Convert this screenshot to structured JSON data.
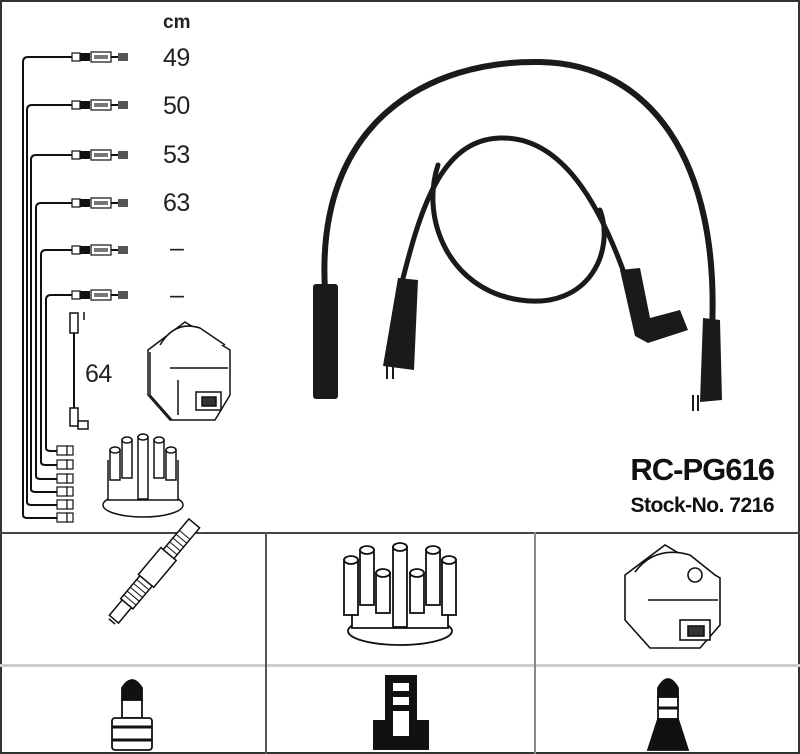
{
  "unit_label": "cm",
  "cable_lengths": [
    {
      "index": 1,
      "length": "49"
    },
    {
      "index": 2,
      "length": "50"
    },
    {
      "index": 3,
      "length": "53"
    },
    {
      "index": 4,
      "length": "63"
    },
    {
      "index": 5,
      "length": "–"
    },
    {
      "index": 6,
      "length": "–"
    }
  ],
  "coil_cable_length": "64",
  "product": {
    "part_number": "RC-PG616",
    "stock_number_label": "Stock-No. 7216"
  },
  "component_grid": {
    "row1": [
      {
        "name": "spark-plug",
        "icon": "spark-plug-icon"
      },
      {
        "name": "distributor-cap",
        "icon": "distributor-cap-icon"
      },
      {
        "name": "ignition-coil",
        "icon": "ignition-coil-icon"
      }
    ],
    "row2": [
      {
        "name": "straight-plug-connector",
        "icon": "straight-connector-icon"
      },
      {
        "name": "distributor-connector",
        "icon": "distributor-connector-icon"
      },
      {
        "name": "coil-connector",
        "icon": "coil-connector-icon"
      }
    ]
  },
  "colors": {
    "line": "#111111",
    "border": "#333333",
    "divider_light": "#cccccc"
  }
}
